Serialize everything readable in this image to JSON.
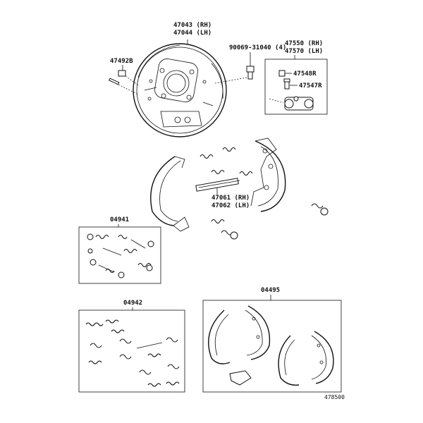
{
  "labels": {
    "backing_plate": [
      "47043 (RH)",
      "47044 (LH)"
    ],
    "plug": "47492B",
    "bolt": "90069-31040 (4)",
    "wheel_cylinder": [
      "47550 (RH)",
      "47570 (LH)"
    ],
    "bleeder_cap": "47548R",
    "bleeder_plug": "47547R",
    "adjuster": [
      "47061 (RH)",
      "47062 (LH)"
    ],
    "kit_1": "04941",
    "kit_2": "04942",
    "kit_3": "04495",
    "diagram_id": "478500"
  }
}
